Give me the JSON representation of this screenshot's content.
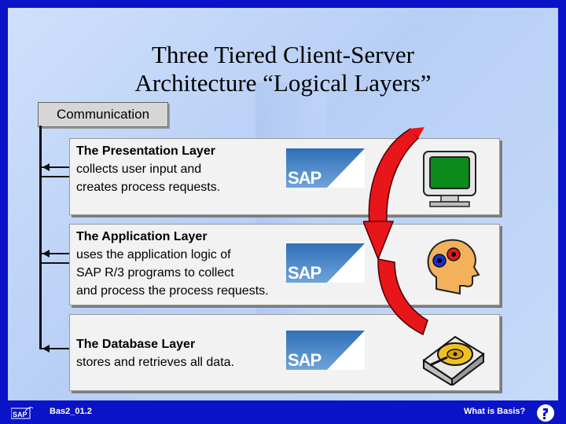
{
  "title": {
    "line1": "Three Tiered Client-Server",
    "line2": "Architecture “Logical Layers”"
  },
  "communication_label": "Communication",
  "layers": [
    {
      "heading": "The Presentation Layer",
      "lines": [
        "collects user input and",
        "creates process requests."
      ],
      "logo": "SAP",
      "icon": "computer-monitor-icon"
    },
    {
      "heading": "The Application Layer",
      "lines": [
        "uses the application logic of",
        "SAP R/3 programs to collect",
        "and process the process requests."
      ],
      "logo": "SAP",
      "icon": "head-with-gears-icon"
    },
    {
      "heading": "The Database Layer",
      "lines": [
        "stores and retrieves all data."
      ],
      "logo": "SAP",
      "icon": "hard-disk-icon"
    }
  ],
  "footer": {
    "course_code": "Bas2_01.2",
    "section": "What is Basis?",
    "logo_text": "SAP"
  },
  "colors": {
    "background": "#0b13c8",
    "cycle_arrow": "#e8151a",
    "sap_blue": "#2f6fb6"
  }
}
